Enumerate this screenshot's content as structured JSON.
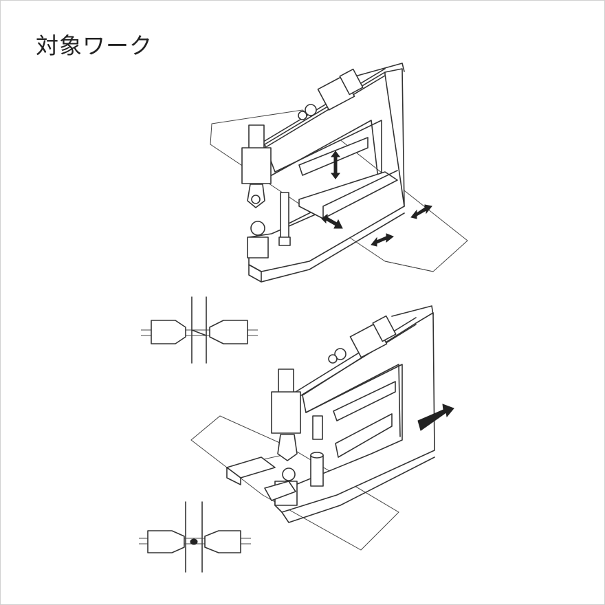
{
  "page": {
    "title": "対象ワーク"
  },
  "figures": [
    {
      "name": "upper-welder",
      "description": ""
    },
    {
      "name": "lower-welder",
      "description": ""
    }
  ]
}
